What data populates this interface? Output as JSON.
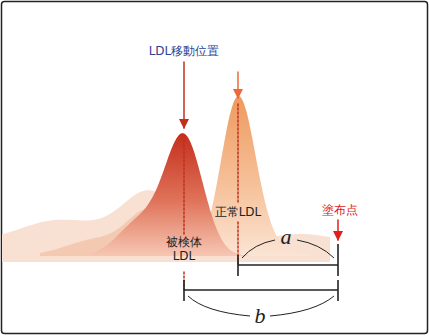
{
  "diagram": {
    "labels": [
      "LDL移動位置",
      "正常LDL",
      "塗布点",
      "被検体 LDL",
      "a",
      "b"
    ]
  }
}
